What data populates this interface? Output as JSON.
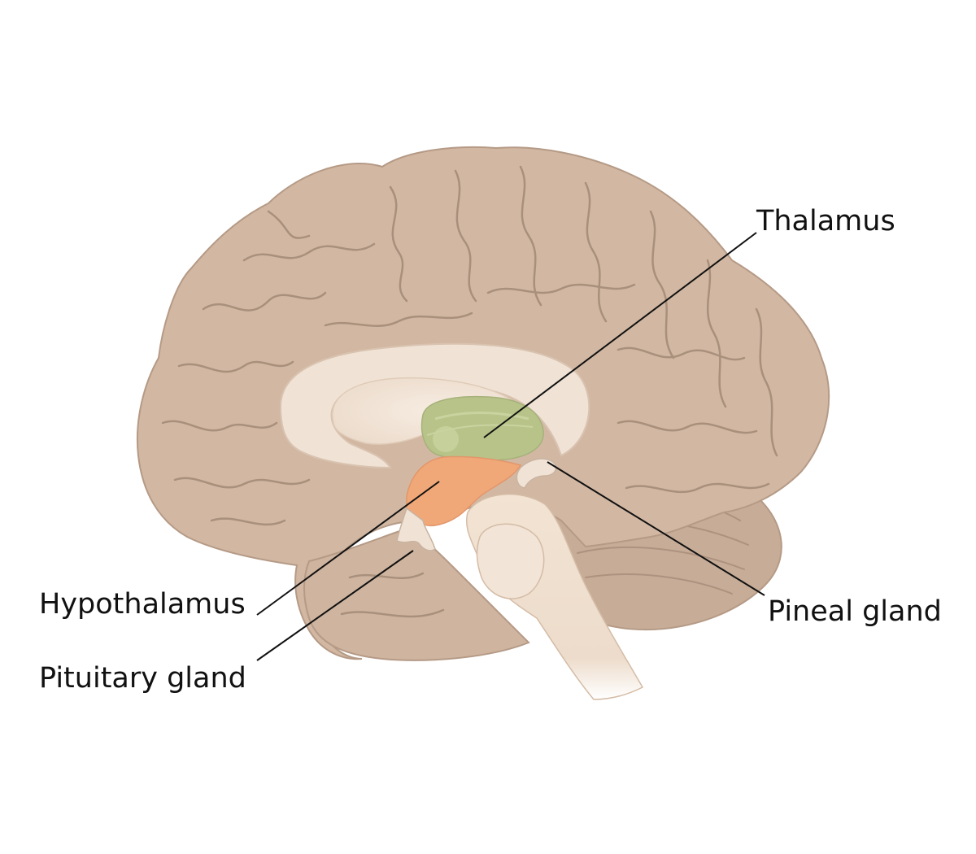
{
  "labels": {
    "thalamus": "Thalamus",
    "hypothalamus": "Hypothalamus",
    "pituitary_gland": "Pituitary gland",
    "pineal_gland": "Pineal gland"
  },
  "colors": {
    "background": "#ffffff",
    "brain_cortex": "#d2b8a3",
    "brain_outline": "#b59a86",
    "sulci": "#a8907c",
    "cerebellum": "#c7ad98",
    "corpus_callosum": "#f0e3d6",
    "brainstem": "#f0e0d0",
    "thalamus": "#b7c388",
    "hypothalamus": "#f0a878",
    "leader_line": "#111111",
    "label_text": "#111111"
  }
}
